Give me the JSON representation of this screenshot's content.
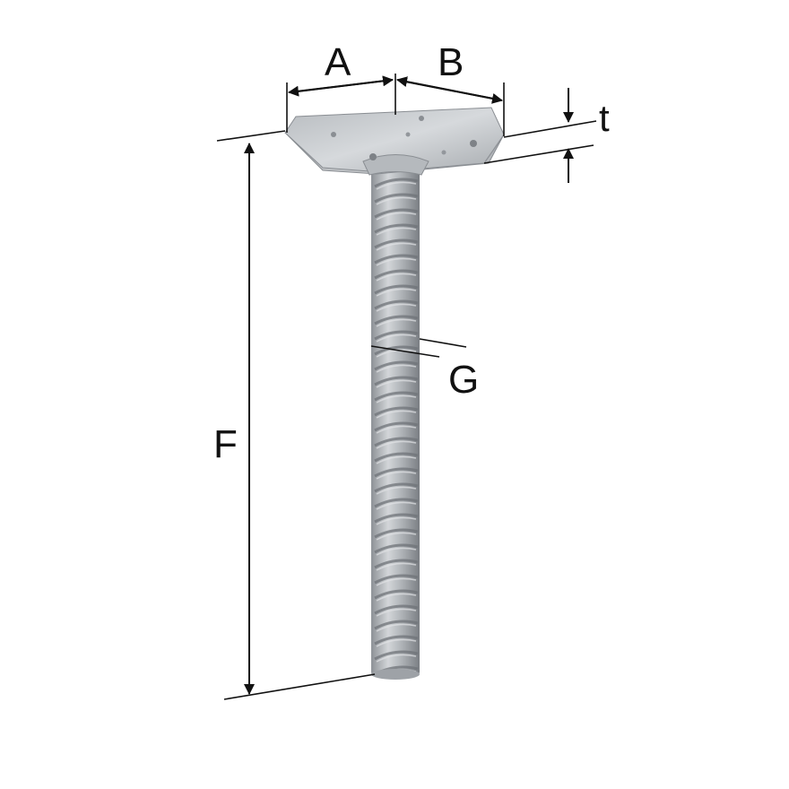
{
  "labels": {
    "a": "A",
    "b": "B",
    "t": "t",
    "f": "F",
    "g": "G"
  },
  "colors": {
    "ink": "#111111",
    "steel_light": "#c9cccf",
    "steel_mid": "#a9adb1",
    "steel_dark": "#7d8186",
    "background": "#ffffff"
  }
}
